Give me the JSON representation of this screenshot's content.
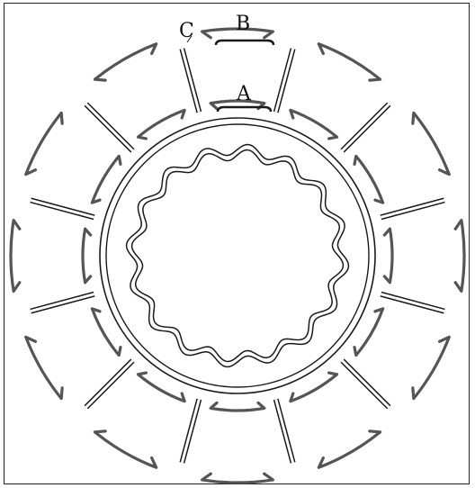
{
  "labels": {
    "a": "A",
    "b": "B",
    "c": "C"
  },
  "colors": {
    "stroke": "#1a1a1a",
    "bracket": "#555555",
    "background": "#ffffff"
  },
  "structure": {
    "spoke_count": 12,
    "outer_bracket_count": 12,
    "inner_bracket_count": 12,
    "wavy_lobes": 16
  }
}
